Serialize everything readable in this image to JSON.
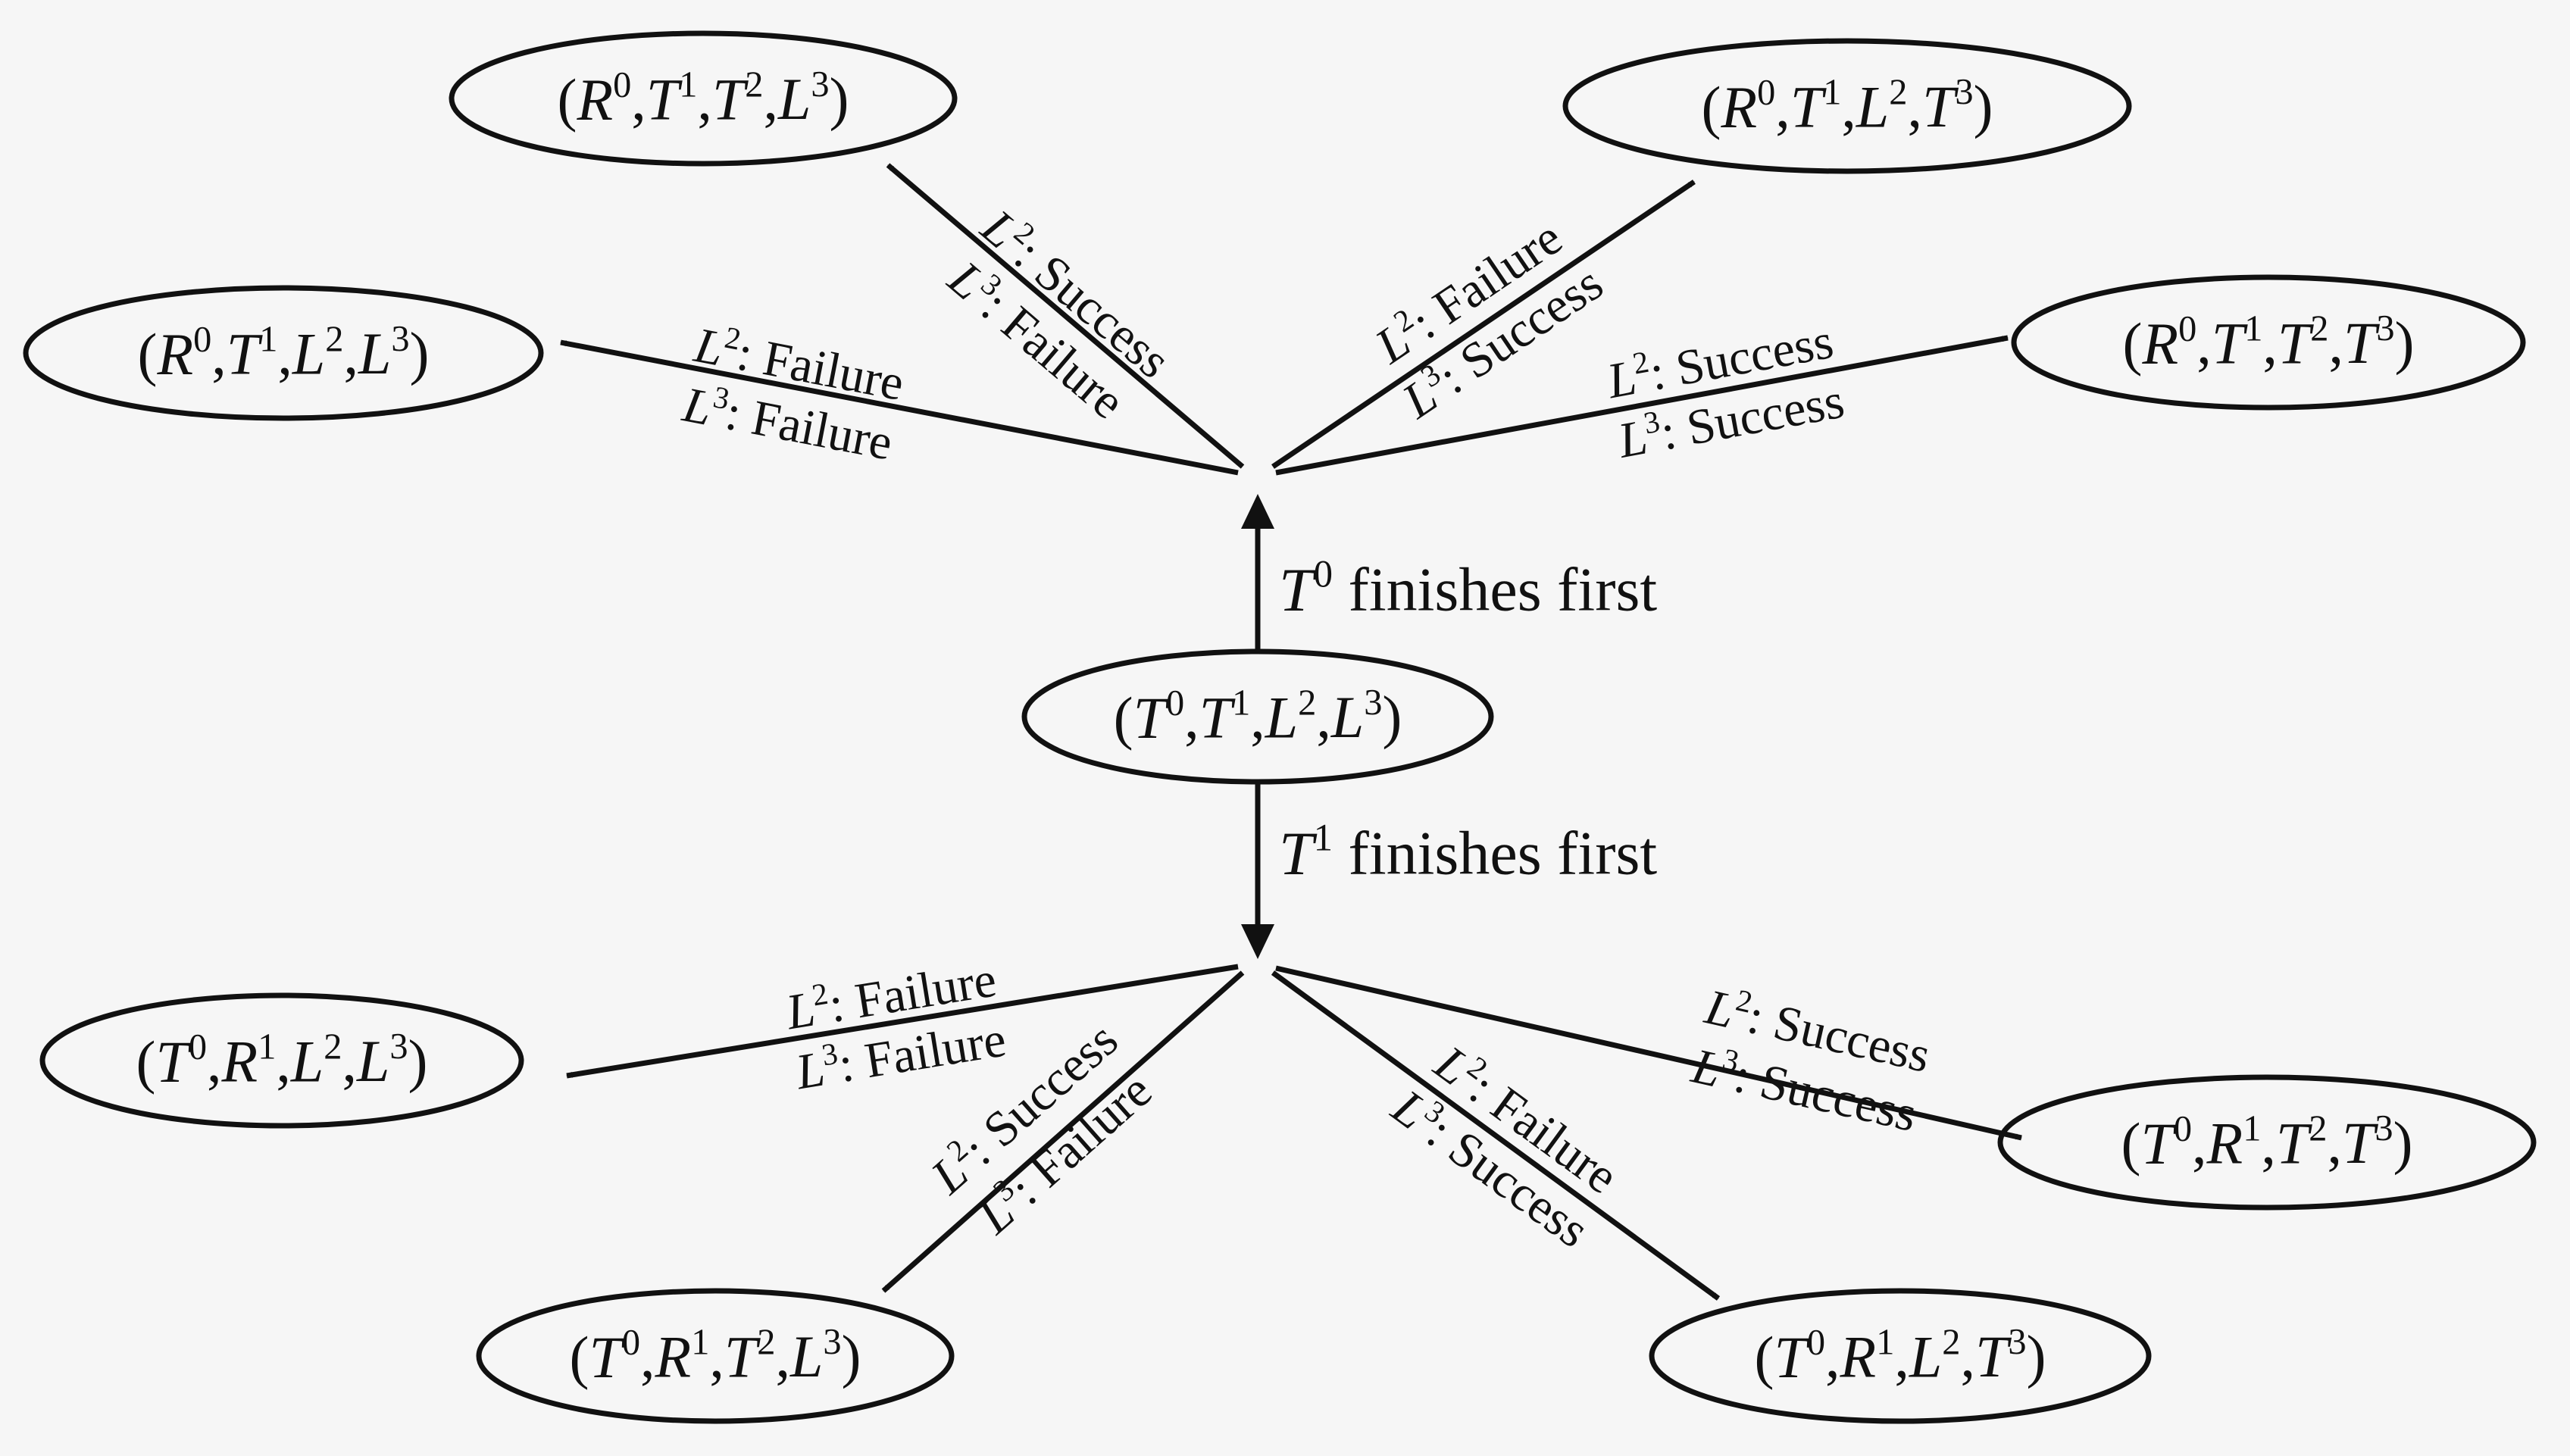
{
  "center": {
    "state": [
      [
        "(",
        ""
      ],
      [
        "T",
        "0"
      ],
      [
        ",",
        ""
      ],
      [
        "T",
        "1"
      ],
      [
        ",",
        ""
      ],
      [
        "L",
        "2"
      ],
      [
        ",",
        ""
      ],
      [
        "L",
        "3"
      ],
      [
        ")",
        ""
      ]
    ]
  },
  "upper_branch": {
    "label": [
      [
        "T",
        "0"
      ],
      [
        " finishes first",
        ""
      ]
    ],
    "outcomes": [
      {
        "id": "up-a",
        "state": [
          [
            "(",
            ""
          ],
          [
            "R",
            "0"
          ],
          [
            ",",
            ""
          ],
          [
            "T",
            "1"
          ],
          [
            ",",
            ""
          ],
          [
            "T",
            "2"
          ],
          [
            ",",
            ""
          ],
          [
            "L",
            "3"
          ],
          [
            ")",
            ""
          ]
        ],
        "l2": [
          [
            "L",
            "2"
          ],
          [
            ": Success",
            ""
          ]
        ],
        "l3": [
          [
            "L",
            "3"
          ],
          [
            ": Failure",
            ""
          ]
        ]
      },
      {
        "id": "up-b",
        "state": [
          [
            "(",
            ""
          ],
          [
            "R",
            "0"
          ],
          [
            ",",
            ""
          ],
          [
            "T",
            "1"
          ],
          [
            ",",
            ""
          ],
          [
            "L",
            "2"
          ],
          [
            ",",
            ""
          ],
          [
            "L",
            "3"
          ],
          [
            ")",
            ""
          ]
        ],
        "l2": [
          [
            "L",
            "2"
          ],
          [
            ": Failure",
            ""
          ]
        ],
        "l3": [
          [
            "L",
            "3"
          ],
          [
            ": Failure",
            ""
          ]
        ]
      },
      {
        "id": "up-c",
        "state": [
          [
            "(",
            ""
          ],
          [
            "R",
            "0"
          ],
          [
            ",",
            ""
          ],
          [
            "T",
            "1"
          ],
          [
            ",",
            ""
          ],
          [
            "L",
            "2"
          ],
          [
            ",",
            ""
          ],
          [
            "T",
            "3"
          ],
          [
            ")",
            ""
          ]
        ],
        "l2": [
          [
            "L",
            "2"
          ],
          [
            ": Failure",
            ""
          ]
        ],
        "l3": [
          [
            "L",
            "3"
          ],
          [
            ": Success",
            ""
          ]
        ]
      },
      {
        "id": "up-d",
        "state": [
          [
            "(",
            ""
          ],
          [
            "R",
            "0"
          ],
          [
            ",",
            ""
          ],
          [
            "T",
            "1"
          ],
          [
            ",",
            ""
          ],
          [
            "T",
            "2"
          ],
          [
            ",",
            ""
          ],
          [
            "T",
            "3"
          ],
          [
            ")",
            ""
          ]
        ],
        "l2": [
          [
            "L",
            "2"
          ],
          [
            ": Success",
            ""
          ]
        ],
        "l3": [
          [
            "L",
            "3"
          ],
          [
            ": Success",
            ""
          ]
        ]
      }
    ]
  },
  "lower_branch": {
    "label": [
      [
        "T",
        "1"
      ],
      [
        " finishes first",
        ""
      ]
    ],
    "outcomes": [
      {
        "id": "low-a",
        "state": [
          [
            "(",
            ""
          ],
          [
            "T",
            "0"
          ],
          [
            ",",
            ""
          ],
          [
            "R",
            "1"
          ],
          [
            ",",
            ""
          ],
          [
            "L",
            "2"
          ],
          [
            ",",
            ""
          ],
          [
            "L",
            "3"
          ],
          [
            ")",
            ""
          ]
        ],
        "l2": [
          [
            "L",
            "2"
          ],
          [
            ": Failure",
            ""
          ]
        ],
        "l3": [
          [
            "L",
            "3"
          ],
          [
            ": Failure",
            ""
          ]
        ]
      },
      {
        "id": "low-b",
        "state": [
          [
            "(",
            ""
          ],
          [
            "T",
            "0"
          ],
          [
            ",",
            ""
          ],
          [
            "R",
            "1"
          ],
          [
            ",",
            ""
          ],
          [
            "T",
            "2"
          ],
          [
            ",",
            ""
          ],
          [
            "L",
            "3"
          ],
          [
            ")",
            ""
          ]
        ],
        "l2": [
          [
            "L",
            "2"
          ],
          [
            ": Success",
            ""
          ]
        ],
        "l3": [
          [
            "L",
            "3"
          ],
          [
            ": Failure",
            ""
          ]
        ]
      },
      {
        "id": "low-c",
        "state": [
          [
            "(",
            ""
          ],
          [
            "T",
            "0"
          ],
          [
            ",",
            ""
          ],
          [
            "R",
            "1"
          ],
          [
            ",",
            ""
          ],
          [
            "L",
            "2"
          ],
          [
            ",",
            ""
          ],
          [
            "T",
            "3"
          ],
          [
            ")",
            ""
          ]
        ],
        "l2": [
          [
            "L",
            "2"
          ],
          [
            ": Failure",
            ""
          ]
        ],
        "l3": [
          [
            "L",
            "3"
          ],
          [
            ": Success",
            ""
          ]
        ]
      },
      {
        "id": "low-d",
        "state": [
          [
            "(",
            ""
          ],
          [
            "T",
            "0"
          ],
          [
            ",",
            ""
          ],
          [
            "R",
            "1"
          ],
          [
            ",",
            ""
          ],
          [
            "T",
            "2"
          ],
          [
            ",",
            ""
          ],
          [
            "T",
            "3"
          ],
          [
            ")",
            ""
          ]
        ],
        "l2": [
          [
            "L",
            "2"
          ],
          [
            ": Success",
            ""
          ]
        ],
        "l3": [
          [
            "L",
            "3"
          ],
          [
            ": Success",
            ""
          ]
        ]
      }
    ]
  }
}
